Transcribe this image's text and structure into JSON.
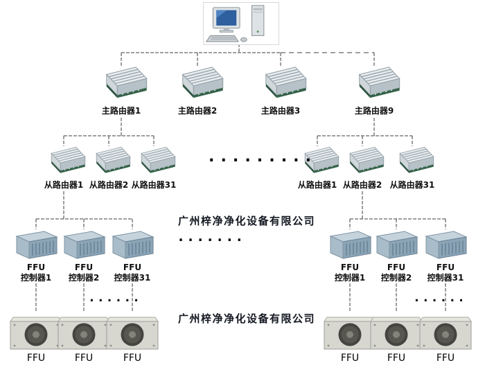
{
  "main_routers": [
    {
      "label": "主路由器1"
    },
    {
      "label": "主路由器2"
    },
    {
      "label": "主路由器3"
    },
    {
      "label": "主路由器9"
    }
  ],
  "slave_routers": {
    "left": [
      {
        "label": "从路由器1"
      },
      {
        "label": "从路由器2"
      },
      {
        "label": "从路由器31"
      }
    ],
    "right": [
      {
        "label": "从路由器1"
      },
      {
        "label": "从路由器2"
      },
      {
        "label": "从路由器31"
      }
    ]
  },
  "ffu_controllers": {
    "left": [
      {
        "line1": "FFU",
        "line2": "控制器1"
      },
      {
        "line1": "FFU",
        "line2": "控制器2"
      },
      {
        "line1": "FFU",
        "line2": "控制器31"
      }
    ],
    "right": [
      {
        "line1": "FFU",
        "line2": "控制器1"
      },
      {
        "line1": "FFU",
        "line2": "控制器2"
      },
      {
        "line1": "FFU",
        "line2": "控制器31"
      }
    ]
  },
  "ffu_units": {
    "left": [
      {
        "label": "FFU"
      },
      {
        "label": "FFU"
      },
      {
        "label": "FFU"
      }
    ],
    "right": [
      {
        "label": "FFU"
      },
      {
        "label": "FFU"
      },
      {
        "label": "FFU"
      }
    ]
  },
  "watermarks": [
    {
      "text": "广州梓净净化设备有限公司"
    },
    {
      "text": "广州梓净净化设备有限公司"
    }
  ],
  "ellipsis": {
    "routers": ".........",
    "controllers": ".......",
    "ffu_left": "......",
    "ffu_right": "......"
  },
  "icons": {
    "computer": "desktop-computer-icon",
    "router": "router-device-icon",
    "controller": "ffu-controller-icon",
    "ffu": "fan-filter-unit-icon"
  },
  "colors": {
    "line": "#3c3c3c",
    "watermark": "#141821",
    "monitor_screen": "#2e5f9e",
    "controller_body": "#8ba4b6"
  }
}
